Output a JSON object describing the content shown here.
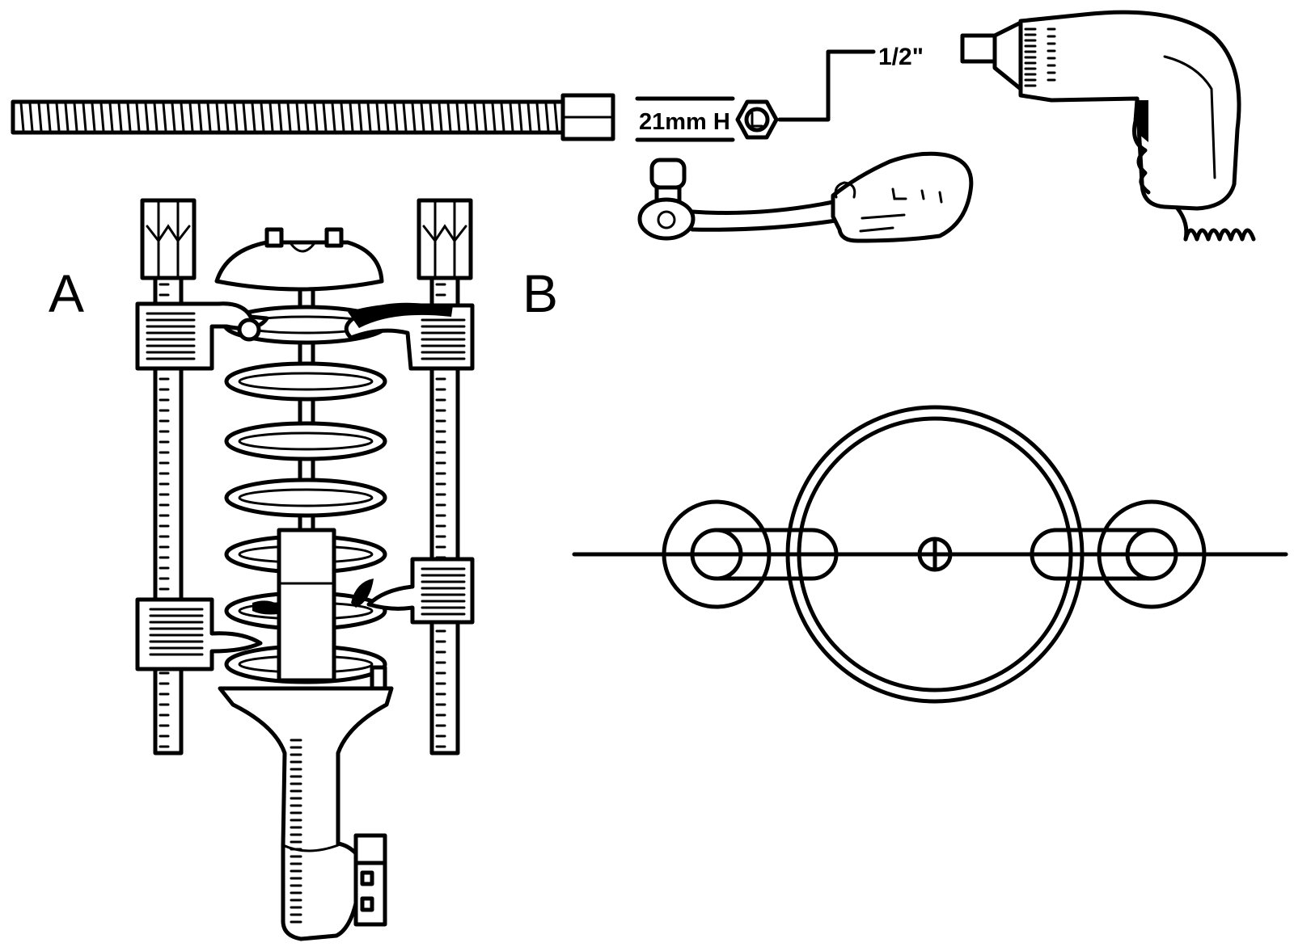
{
  "labels": {
    "a": "A",
    "b": "B",
    "socket_size": "21mm H",
    "drive_size": "1/2\""
  },
  "colors": {
    "ink": "#000000",
    "paper": "#ffffff"
  }
}
